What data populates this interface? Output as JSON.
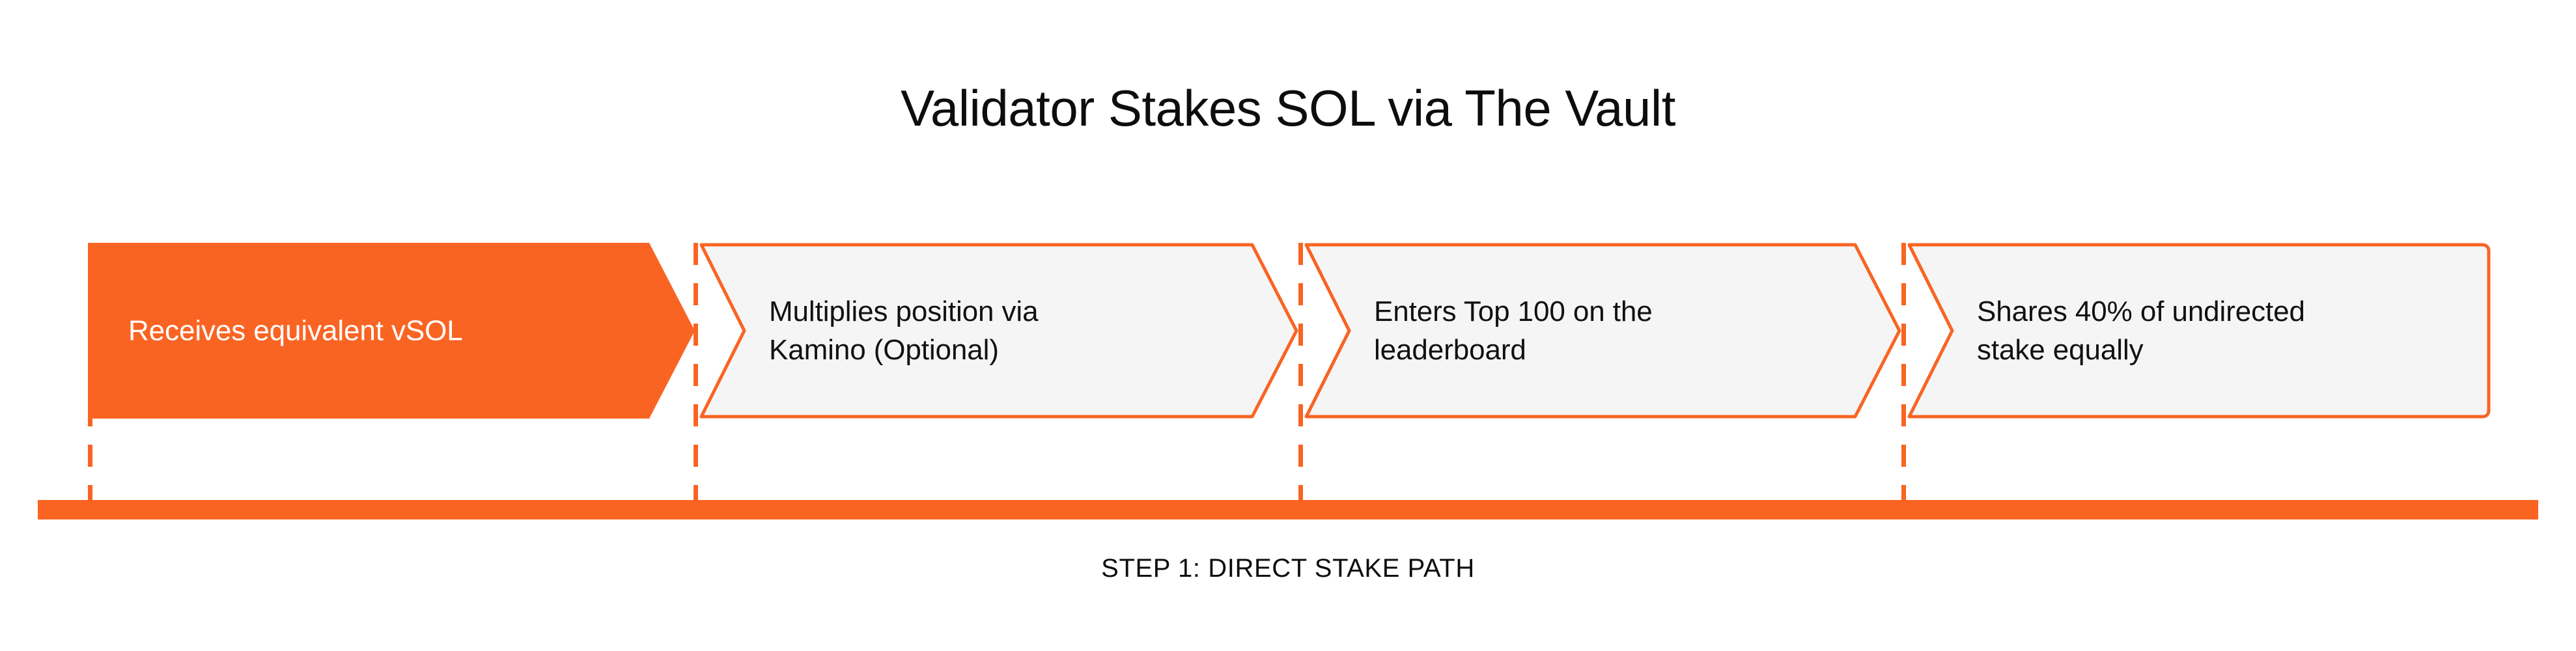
{
  "page": {
    "title": "Validator Stakes SOL via The Vault",
    "caption": "STEP 1: DIRECT STAKE PATH",
    "background_color": "#FFFFFF"
  },
  "theme": {
    "accent_orange": "#FA6423",
    "card_fill": "#F5F5F5",
    "card_stroke": "#FA6423",
    "text_dark": "#0D0D0D",
    "text_on_accent": "#FFFFFF"
  },
  "flow": {
    "orientation": "horizontal",
    "step_count": 4,
    "steps": [
      {
        "index": 1,
        "label": "Receives equivalent vSOL",
        "style": "filled",
        "fill": "#FA6423",
        "text_color": "#FFFFFF",
        "left_shape": "flat",
        "right_shape": "point"
      },
      {
        "index": 2,
        "label": "Multiplies position via\nKamino (Optional)",
        "style": "outlined",
        "fill": "#F5F5F5",
        "text_color": "#111111",
        "left_shape": "notch",
        "right_shape": "point"
      },
      {
        "index": 3,
        "label": "Enters Top 100 on the\nleaderboard",
        "style": "outlined",
        "fill": "#F5F5F5",
        "text_color": "#111111",
        "left_shape": "notch",
        "right_shape": "point"
      },
      {
        "index": 4,
        "label": "Shares 40% of undirected\nstake equally",
        "style": "outlined",
        "fill": "#F5F5F5",
        "text_color": "#111111",
        "left_shape": "notch",
        "right_shape": "flat"
      }
    ]
  },
  "baseline": {
    "color": "#FA6423",
    "connector_style": "dashed",
    "connector_color": "#FA6423"
  }
}
